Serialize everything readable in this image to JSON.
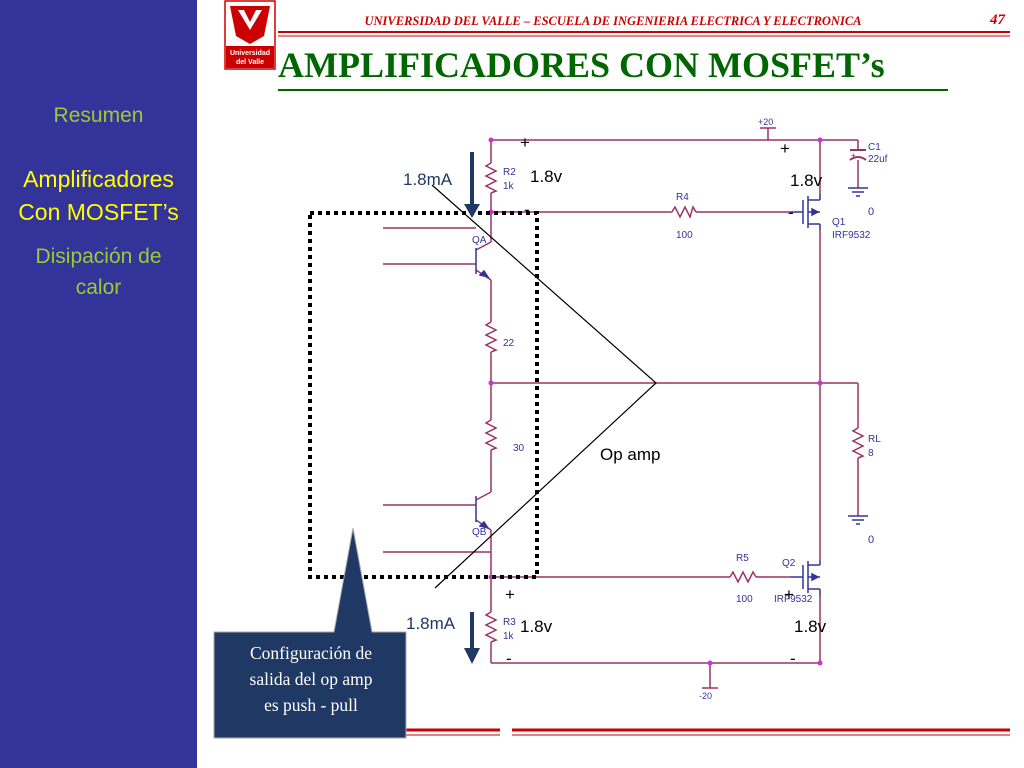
{
  "sidebar": {
    "items": [
      {
        "label": "Resumen"
      },
      {
        "label_line1": "Amplificadores",
        "label_line2": "Con MOSFET’s"
      },
      {
        "label_line1": "Disipación de",
        "label_line2": "calor"
      }
    ]
  },
  "logo": {
    "line1": "Universidad",
    "line2": "del Valle"
  },
  "header": {
    "university": "UNIVERSIDAD DEL VALLE – ESCUELA DE INGENIERIA ELECTRICA Y ELECTRONICA",
    "page_number": "47",
    "title": "AMPLIFICADORES CON MOSFET’s"
  },
  "schematic": {
    "supply_pos": "+20",
    "supply_neg": "-20",
    "c1_name": "C1",
    "c1_value": "22uf",
    "r2_name": "R2",
    "r2_value": "1k",
    "r3_name": "R3",
    "r3_value": "1k",
    "r4_name": "R4",
    "r4_value": "100",
    "r5_name": "R5",
    "r5_value": "100",
    "q1_name": "Q1",
    "q1_part": "IRF9532",
    "q2_name": "Q2",
    "q2_part": "IRF9532",
    "qa_name": "QA",
    "qb_name": "QB",
    "r22_value": "22",
    "r30_value": "30",
    "rl_name": "RL",
    "rl_value": "8",
    "ground_label": "0"
  },
  "annotations": {
    "current_top": "1.8mA",
    "current_bottom": "1.8mA",
    "v_r2": "1.8v",
    "v_q1": "1.8v",
    "v_r3": "1.8v",
    "v_q2": "1.8v",
    "plus": "+",
    "minus": "-",
    "opamp_label": "Op amp"
  },
  "callout": {
    "line1": "Configuración de",
    "line2": "salida del op amp",
    "line3": "es push - pull"
  },
  "colors": {
    "sidebar_bg": "#333399",
    "accent_red": "#cc0000",
    "title_green": "#006600",
    "wire": "#993366",
    "callout_bg": "#1f3864"
  }
}
